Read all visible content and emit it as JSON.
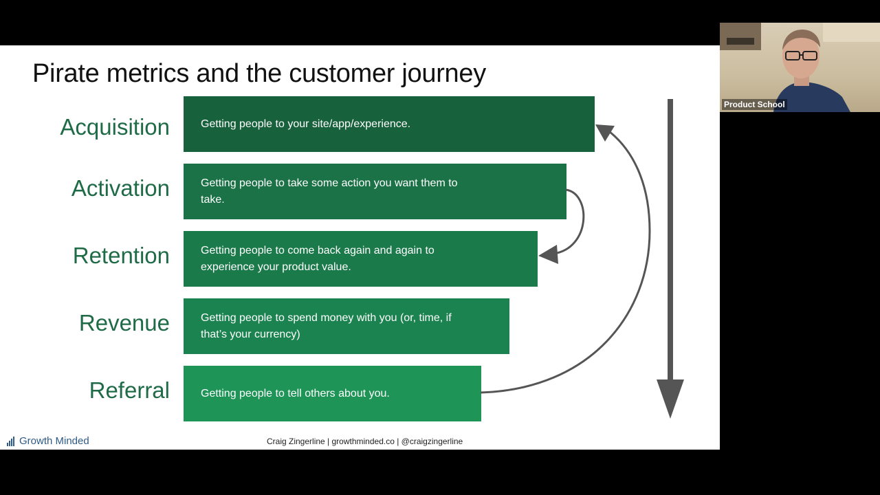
{
  "slide": {
    "title": "Pirate metrics and the customer journey",
    "stages": [
      {
        "label": "Acquisition",
        "description": "Getting people to your site/app/experience.",
        "color": "#17613c"
      },
      {
        "label": "Activation",
        "description": "Getting people to take some action you want them to take.",
        "color": "#1a7246"
      },
      {
        "label": "Retention",
        "description": "Getting people to come back again and again to experience your product value.",
        "color": "#1a7a4a"
      },
      {
        "label": "Revenue",
        "description": "Getting people to spend money with you (or, time, if that’s your currency)",
        "color": "#1b834f"
      },
      {
        "label": "Referral",
        "description": "Getting people to tell others about you.",
        "color": "#1e9557"
      }
    ],
    "label_color": "#1f6b47",
    "arrow_color": "#555555",
    "footer": {
      "logo_text": "Growth Minded",
      "credit": "Craig Zingerline | growthminded.co | @craigzingerline"
    }
  },
  "webcam": {
    "participant_name": "Product School"
  }
}
